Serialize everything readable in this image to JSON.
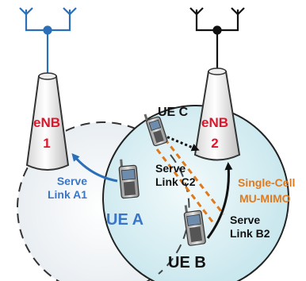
{
  "enb1": {
    "line1": "eNB",
    "line2": "1"
  },
  "enb2": {
    "line1": "eNB",
    "line2": "2"
  },
  "ue_a": {
    "label": "UE A"
  },
  "ue_b": {
    "label": "UE B"
  },
  "ue_c": {
    "label": "UE C"
  },
  "link_a1": {
    "line1": "Serve",
    "line2": "Link A1"
  },
  "link_c2": {
    "line1": "Serve",
    "line2": "Link C2"
  },
  "link_b2": {
    "line1": "Serve",
    "line2": "Link B2"
  },
  "mimo": {
    "line1": "Single-Cell",
    "line2": "MU-MIMO"
  },
  "colors": {
    "enb_text": "#e0142a",
    "ue_blue": "#3b76c6",
    "mimo_orange": "#e07a1f",
    "cell1_antenna": "#2a6fb8",
    "cell_fill": "#d7eef2"
  }
}
